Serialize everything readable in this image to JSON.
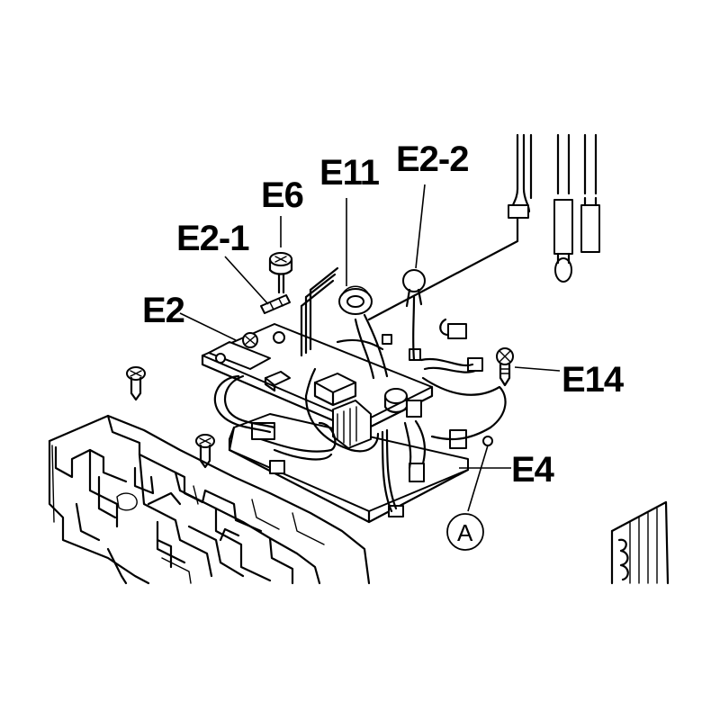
{
  "callouts": {
    "e2": "E2",
    "e2_1": "E2-1",
    "e6": "E6",
    "e11": "E11",
    "e2_2": "E2-2",
    "e14": "E14",
    "e4": "E4",
    "a": "A"
  }
}
